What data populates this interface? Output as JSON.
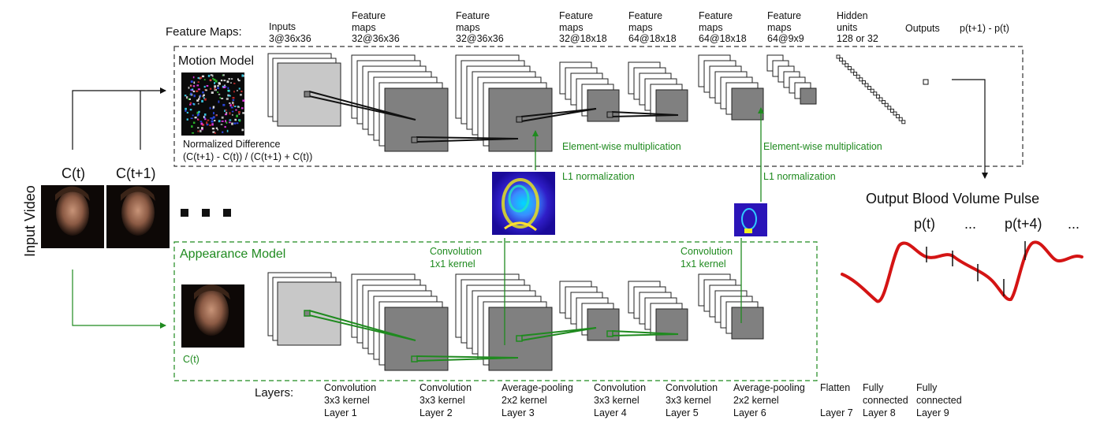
{
  "header": {
    "feature_maps_label": "Feature Maps:",
    "columns": [
      {
        "line1": "Inputs",
        "line2": "3@36x36"
      },
      {
        "line1": "Feature maps",
        "line2": "32@36x36"
      },
      {
        "line1": "Feature maps",
        "line2": "32@36x36"
      },
      {
        "line1": "Feature maps",
        "line2": "32@18x18"
      },
      {
        "line1": "Feature maps",
        "line2": "64@18x18"
      },
      {
        "line1": "Feature maps",
        "line2": "64@18x18"
      },
      {
        "line1": "Feature maps",
        "line2": "64@9x9"
      },
      {
        "line1": "Hidden units",
        "line2": "128 or 32"
      },
      {
        "line1": "Outputs",
        "line2": ""
      },
      {
        "line1": "p(t+1) - p(t)",
        "line2": ""
      }
    ]
  },
  "motion_model": {
    "title": "Motion Model",
    "normalized_difference": "Normalized Difference",
    "formula": "(C(t+1) - C(t)) / (C(t+1) + C(t))",
    "element_wise_1": "Element-wise multiplication",
    "element_wise_2": "Element-wise multiplication"
  },
  "attention": {
    "l1_norm_1": "L1 normalization",
    "l1_norm_2": "L1 normalization",
    "conv1_line1": "Convolution",
    "conv1_line2": "1x1 kernel",
    "conv2_line1": "Convolution",
    "conv2_line2": "1x1 kernel"
  },
  "appearance_model": {
    "title": "Appearance Model",
    "frame_label": "C(t)"
  },
  "input_video": {
    "label": "Input Video",
    "frame1": "C(t)",
    "frame2": "C(t+1)"
  },
  "output": {
    "title": "Output Blood Volume Pulse",
    "p_t": "p(t)",
    "ellipsis1": "...",
    "p_t4": "p(t+4)",
    "ellipsis2": "..."
  },
  "layers": {
    "label": "Layers:",
    "items": [
      {
        "line1": "Convolution",
        "line2": "3x3 kernel",
        "line3": "Layer 1"
      },
      {
        "line1": "Convolution",
        "line2": "3x3 kernel",
        "line3": "Layer 2"
      },
      {
        "line1": "Average-pooling",
        "line2": "2x2 kernel",
        "line3": "Layer 3"
      },
      {
        "line1": "Convolution",
        "line2": "3x3 kernel",
        "line3": "Layer 4"
      },
      {
        "line1": "Convolution",
        "line2": "3x3 kernel",
        "line3": "Layer 5"
      },
      {
        "line1": "Average-pooling",
        "line2": "2x2 kernel",
        "line3": "Layer 6"
      },
      {
        "line1": "",
        "line2": "",
        "line3": "Layer 7",
        "extra": "Flatten"
      },
      {
        "line1": "Fully",
        "line2": "connected",
        "line3": "Layer 8"
      },
      {
        "line1": "Fully",
        "line2": "connected",
        "line3": "Layer 9"
      }
    ]
  },
  "colors": {
    "green": "#1f8a1f",
    "block_fill": "#808080",
    "input_fill": "#c8c8c8",
    "pulse_red": "#d41414"
  }
}
